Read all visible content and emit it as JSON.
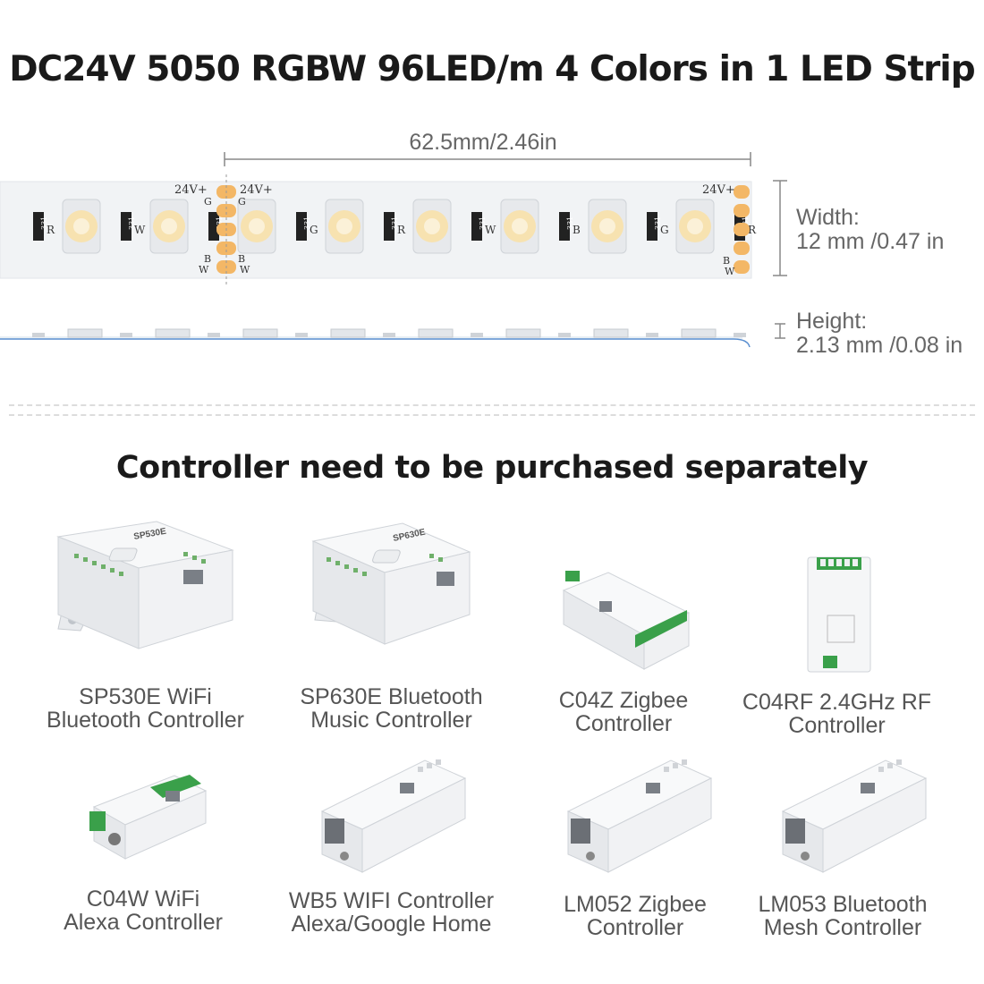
{
  "title": "DC24V 5050 RGBW 96LED/m 4 Colors in 1 LED Strip",
  "strip": {
    "cut_length": "62.5mm/2.46in",
    "width_label": "Width:",
    "width_value": "12 mm /0.47 in",
    "height_label": "Height:",
    "height_value": "2.13 mm /0.08 in",
    "pad_labels": {
      "v": "24V+",
      "g": "G",
      "r": "R",
      "b": "B",
      "w": "W"
    },
    "resistor_code": "331",
    "colors": {
      "strip": "#f1f3f5",
      "pad": "#f3b766",
      "led_warm": "#f7e2b0"
    }
  },
  "section_title": "Controller need to be purchased separately",
  "controllers": [
    {
      "line1": "SP530E WiFi",
      "line2": "Bluetooth Controller",
      "model_print": "SP530E"
    },
    {
      "line1": "SP630E Bluetooth",
      "line2": "Music Controller",
      "model_print": "SP630E"
    },
    {
      "line1": "C04Z Zigbee",
      "line2": "Controller"
    },
    {
      "line1": "C04RF 2.4GHz RF",
      "line2": "Controller"
    },
    {
      "line1": "C04W WiFi",
      "line2": "Alexa Controller"
    },
    {
      "line1": "WB5 WIFI Controller",
      "line2": "Alexa/Google Home"
    },
    {
      "line1": "LM052 Zigbee",
      "line2": "Controller"
    },
    {
      "line1": "LM053 Bluetooth",
      "line2": "Mesh Controller"
    }
  ]
}
